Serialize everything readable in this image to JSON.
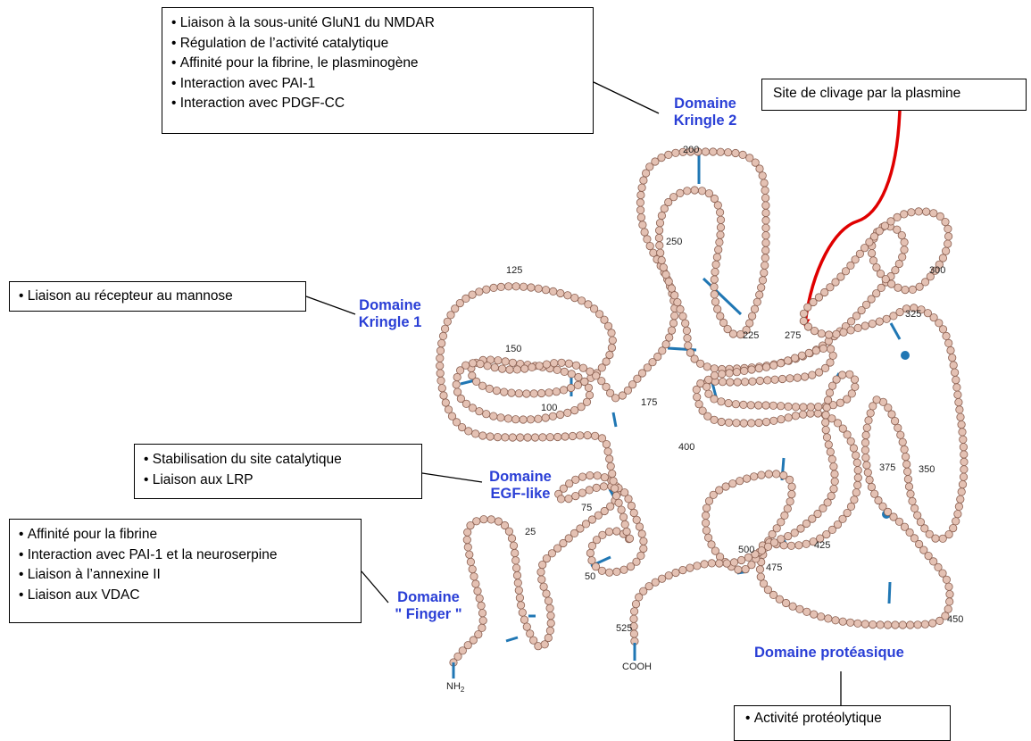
{
  "boxes": {
    "kringle2_box": [
      "Liaison à la sous-unité GluN1 du NMDAR",
      "Régulation de l’activité catalytique",
      "Affinité pour la fibrine, le plasminogène",
      "Interaction avec PAI-1",
      "Interaction avec PDGF-CC"
    ],
    "kringle1_box": [
      "Liaison au récepteur au mannose"
    ],
    "egf_box": [
      "Stabilisation du site catalytique",
      "Liaison aux LRP"
    ],
    "finger_box": [
      "Affinité pour la fibrine",
      "Interaction avec PAI-1 et la neuroserpine",
      "Liaison à l’annexine II",
      "Liaison aux VDAC"
    ],
    "cleavage_box": "Site de clivage par la plasmine",
    "protease_box": [
      "Activité protéolytique"
    ]
  },
  "domains": {
    "kringle2": "Domaine\nKringle 2",
    "kringle1": "Domaine\nKringle 1",
    "egf": "Domaine\nEGF-like",
    "finger": "Domaine\n\" Finger \"",
    "protease": "Domaine protéasique"
  },
  "residue_numbers": [
    "25",
    "50",
    "75",
    "100",
    "125",
    "150",
    "175",
    "200",
    "225",
    "250",
    "275",
    "300",
    "325",
    "350",
    "375",
    "400",
    "425",
    "450",
    "475",
    "500",
    "525"
  ],
  "termini": {
    "n": "NH",
    "n_sub": "2",
    "c": "COOH"
  },
  "colors": {
    "domain_label": "#2a3fd6",
    "residue_fill": "#e4c1b3",
    "residue_stroke": "#8a5f50",
    "disulfide": "#2077b4",
    "arrow": "#e00000"
  }
}
